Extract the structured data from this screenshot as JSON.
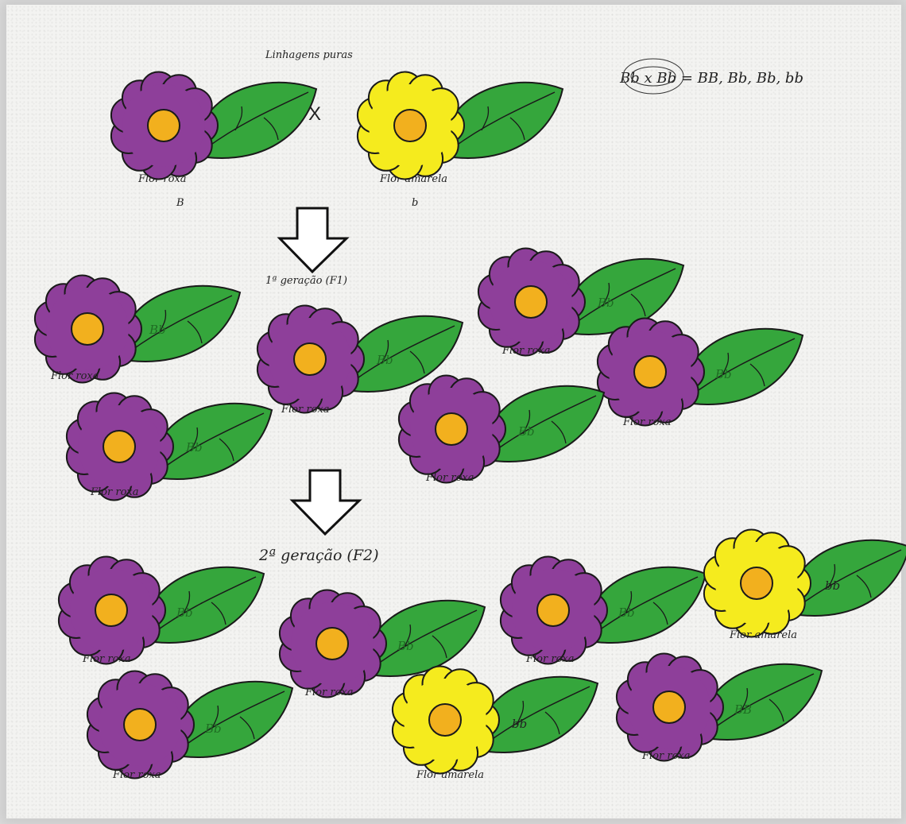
{
  "header": {
    "pure_lines": "Linhagens puras",
    "cross_symbol": "X",
    "equation_lhs": "Bb x Bb",
    "equation_rhs": " = BB, Bb, Bb, bb"
  },
  "parents": [
    {
      "label": "Flor roxa",
      "allele": "B"
    },
    {
      "label": "Flor amarela",
      "allele": "b"
    }
  ],
  "generations": {
    "f1_title": "1ª geração (F1)",
    "f2_title": "2ª geração (F2)"
  },
  "f1": [
    {
      "label": "Flor roxa",
      "genotype": "Bb"
    },
    {
      "label": "Flor roxa",
      "genotype": "Bb"
    },
    {
      "label": "Flor roxa",
      "genotype": "Bb"
    },
    {
      "label": "Flor roxa",
      "genotype": "Bb"
    },
    {
      "label": "Flor roxa",
      "genotype": "Bb"
    },
    {
      "label": "Flor roxa",
      "genotype": "Bb"
    }
  ],
  "f2": [
    {
      "label": "Flor roxa",
      "genotype": "Bb"
    },
    {
      "label": "Flor roxa",
      "genotype": "Bb"
    },
    {
      "label": "Flor roxa",
      "genotype": "Bb"
    },
    {
      "label": "Flor amarela",
      "genotype": "bb"
    },
    {
      "label": "Flor roxa",
      "genotype": "Bb"
    },
    {
      "label": "Flor amarela",
      "genotype": "bb"
    },
    {
      "label": "Flor roxa",
      "genotype": "BB"
    }
  ],
  "colors": {
    "purple": "#8e3f9a",
    "yellow": "#f5eb1e",
    "center": "#f2b01e",
    "leaf": "#35a63c",
    "outline": "#1a1a1a"
  }
}
